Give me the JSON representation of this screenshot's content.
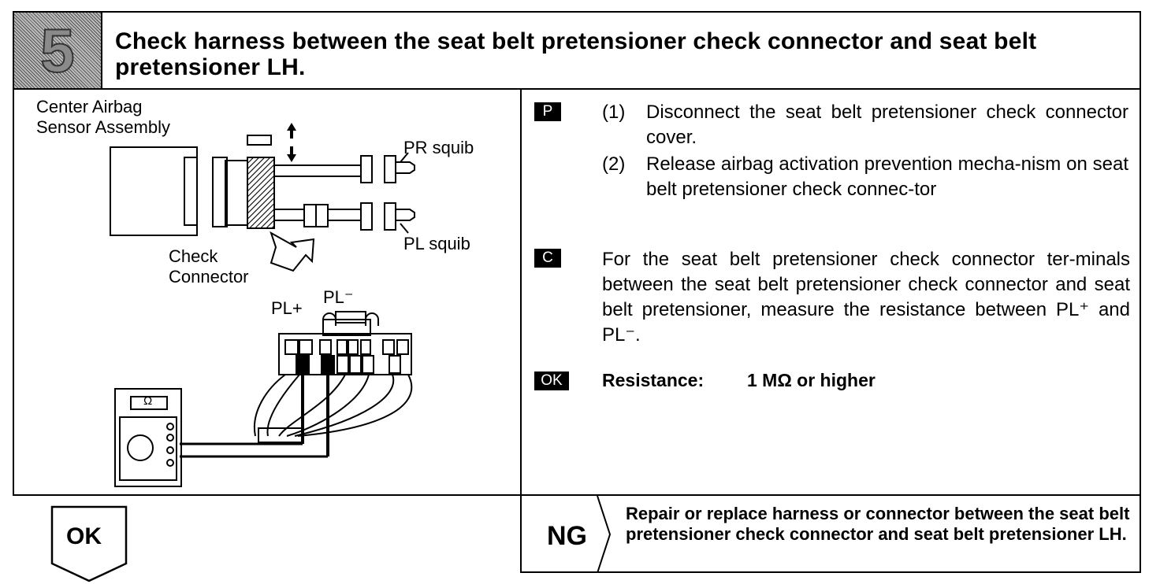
{
  "header": {
    "step_number": "5",
    "title": "Check harness between the seat belt pretensioner check connector and seat belt pretensioner LH."
  },
  "diagram": {
    "center_airbag_line1": "Center Airbag",
    "center_airbag_line2": "Sensor Assembly",
    "pr_squib": "PR squib",
    "pl_squib": "PL squib",
    "check_connector_line1": "Check",
    "check_connector_line2": "Connector",
    "pl_plus": "PL+",
    "pl_minus": "PL⁻",
    "ohm_symbol": "Ω"
  },
  "procedure": {
    "p_tag": "P",
    "step1_num": "(1)",
    "step1_text": "Disconnect the seat belt pretensioner check connector cover.",
    "step2_num": "(2)",
    "step2_text": "Release airbag activation prevention mecha-nism on seat belt pretensioner check connec-tor",
    "c_tag": "C",
    "c_text": "For the seat belt pretensioner check connector ter-minals between the seat belt pretensioner check connector and seat belt pretensioner, measure the resistance between PL⁺ and PL⁻.",
    "ok_tag": "OK",
    "ok_label": "Resistance:",
    "ok_value": "1 MΩ or higher"
  },
  "result": {
    "ok_label": "OK",
    "ng_label": "NG",
    "ng_text": "Repair or replace harness or connector between the seat belt pretensioner check connector and seat belt pretensioner LH."
  }
}
